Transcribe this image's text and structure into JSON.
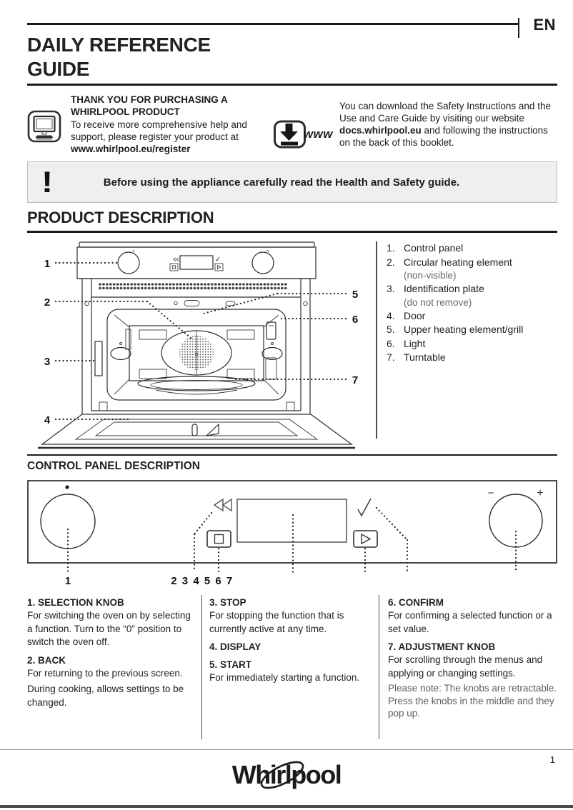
{
  "header": {
    "lang_label": "EN"
  },
  "title": {
    "line1": "DAILY REFERENCE",
    "line2": "GUIDE"
  },
  "intro": {
    "register": {
      "icon": "computer-monitor-icon",
      "heading": "THANK YOU FOR PURCHASING A WHIRLPOOL PRODUCT",
      "body": "To receive more comprehensive help and support, please register your product at",
      "url": "www.whirlpool.eu/register"
    },
    "download": {
      "icon": "www-download-icon",
      "www_label": "www",
      "text_pre": "You can download the Safety Instructions and the Use and Care Guide by visiting our website ",
      "site": "docs.whirlpool.eu",
      "text_post": " and following the instructions on the back of this booklet."
    }
  },
  "warning": {
    "icon": "exclamation-icon",
    "mark": "!",
    "text": "Before using the appliance carefully read the Health and Safety guide."
  },
  "product": {
    "heading": "PRODUCT DESCRIPTION",
    "callouts": [
      "1",
      "2",
      "3",
      "4",
      "5",
      "6",
      "7"
    ],
    "parts": [
      {
        "num": "1.",
        "label": "Control panel",
        "note": ""
      },
      {
        "num": "2.",
        "label": "Circular heating element",
        "note": "(non-visible)"
      },
      {
        "num": "3.",
        "label": "Identification plate",
        "note": "(do not remove)"
      },
      {
        "num": "4.",
        "label": "Door",
        "note": ""
      },
      {
        "num": "5.",
        "label": "Upper heating element/grill",
        "note": ""
      },
      {
        "num": "6.",
        "label": "Light",
        "note": ""
      },
      {
        "num": "7.",
        "label": "Turntable",
        "note": ""
      }
    ]
  },
  "control_panel": {
    "heading": "CONTROL PANEL DESCRIPTION",
    "label_knob1": "1",
    "label_group": "2 3 4 5 6 7",
    "minus": "−",
    "plus": "+",
    "back_icon": "rewind-back-icon",
    "stop_icon": "stop-button-icon",
    "start_icon": "start-play-icon",
    "confirm_glyph": "✓"
  },
  "controls": {
    "items": [
      {
        "title": "1. SELECTION KNOB",
        "body": "For switching the oven on by selecting a function. Turn to the “0” position to switch the oven off.",
        "body2": "",
        "note": ""
      },
      {
        "title": "2. BACK",
        "body": "For returning to the previous screen.",
        "body2": "During cooking, allows settings to be changed.",
        "note": ""
      },
      {
        "title": "3. STOP",
        "body": "For stopping the function that is currently active at any time.",
        "body2": "",
        "note": ""
      },
      {
        "title": "4. DISPLAY",
        "body": "",
        "body2": "",
        "note": ""
      },
      {
        "title": "5. START",
        "body": "For immediately starting a function.",
        "body2": "",
        "note": ""
      },
      {
        "title": "6. CONFIRM",
        "body": "For confirming a selected function or a set value.",
        "body2": "",
        "note": ""
      },
      {
        "title": "7. ADJUSTMENT KNOB",
        "body": "For scrolling through the menus and applying or changing settings.",
        "body2": "",
        "note": "Please note: The knobs are retractable. Press the knobs in the middle and they pop up."
      }
    ]
  },
  "footer": {
    "logo": "Whirlpool",
    "page": "1"
  },
  "colors": {
    "ink": "#1b1b1b",
    "warning_bg": "#efefef",
    "warning_border": "#bdbdbd",
    "footer_bar": "#4b4b4b"
  }
}
